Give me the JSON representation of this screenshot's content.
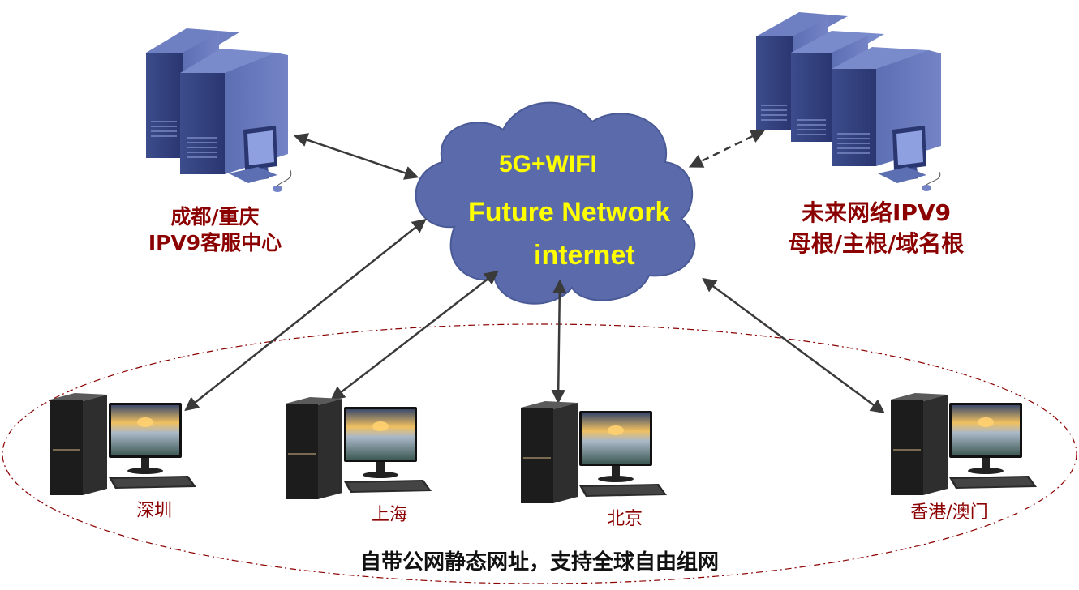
{
  "cloud": {
    "line1": "5G+WIFI",
    "line2": "Future Network",
    "line3": "internet"
  },
  "servers": {
    "left": {
      "line1": "成都/重庆",
      "line2": "IPV9客服中心"
    },
    "right": {
      "line1": "未来网络IPV9",
      "line2": "母根/主根/域名根"
    }
  },
  "clients": [
    {
      "label": "深圳"
    },
    {
      "label": "上海"
    },
    {
      "label": "北京"
    },
    {
      "label": "香港/澳门"
    }
  ],
  "footer": "自带公网静态网址，支持全球自由组网",
  "colors": {
    "cloud_fill": "#5a6aaa",
    "cloud_text": "#ffff00",
    "label_red": "#8b0000",
    "server_blue": "#4a5a9a",
    "arrow": "#3a3a3a",
    "ellipse_border": "#8b0000"
  }
}
